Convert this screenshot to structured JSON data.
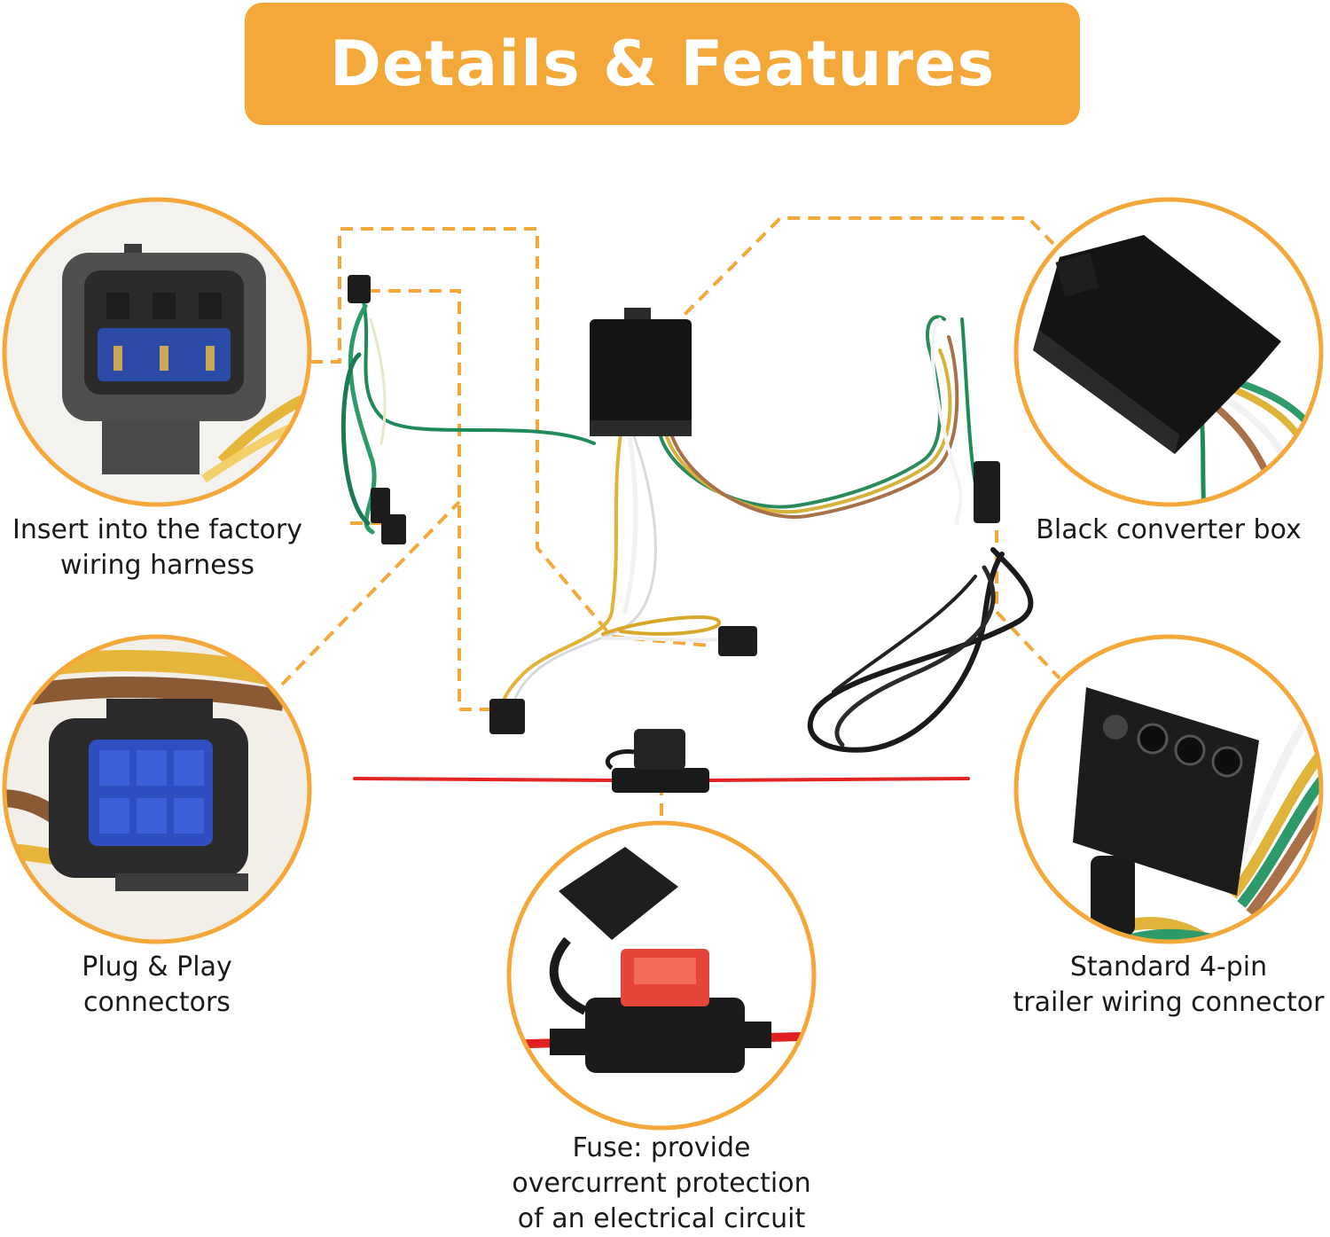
{
  "banner": {
    "title": "Details & Features"
  },
  "colors": {
    "accent": "#f5a83a",
    "text": "#1a1a1a",
    "background": "#ffffff"
  },
  "features": [
    {
      "id": "factory-harness",
      "icon": "six-pin-connector-closeup",
      "lines": [
        "Insert into the factory",
        "wiring harness"
      ]
    },
    {
      "id": "converter-box",
      "icon": "black-converter-box-closeup",
      "lines": [
        "Black converter box"
      ]
    },
    {
      "id": "plug-play",
      "icon": "blue-connector-closeup",
      "lines": [
        "Plug & Play",
        "connectors"
      ]
    },
    {
      "id": "four-pin",
      "icon": "four-pin-flat-connector-closeup",
      "lines": [
        "Standard 4-pin",
        "trailer wiring connector"
      ]
    },
    {
      "id": "fuse",
      "icon": "inline-fuse-holder-closeup",
      "lines": [
        "Fuse: provide",
        "overcurrent protection",
        "of an electrical circuit"
      ]
    }
  ]
}
